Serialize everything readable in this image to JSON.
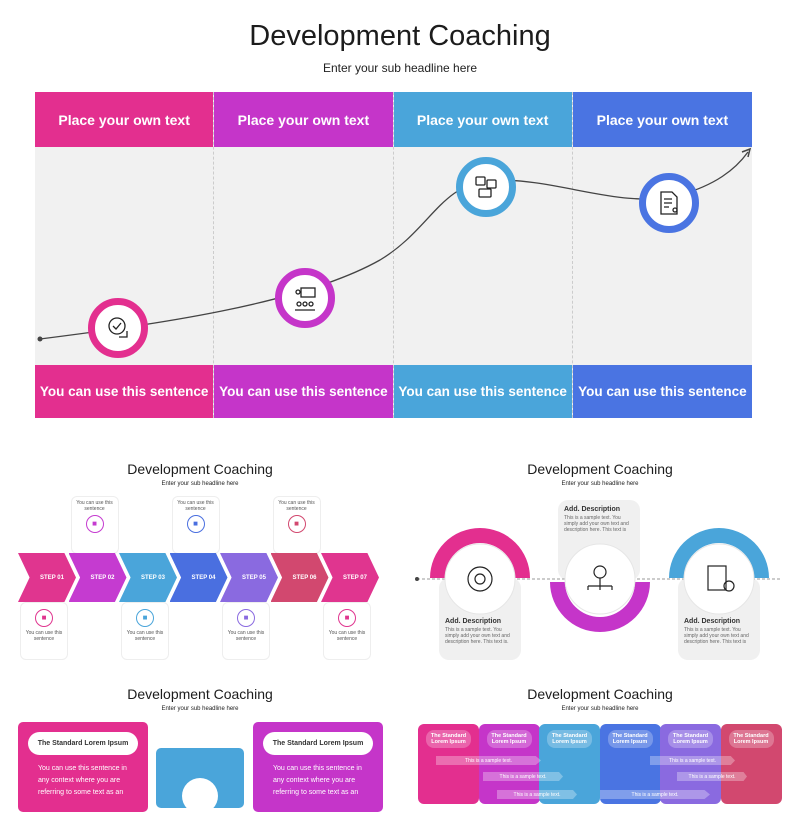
{
  "main": {
    "title": "Development Coaching",
    "subtitle": "Enter your sub headline here",
    "columns": [
      {
        "header": "Place your own text",
        "footer": "You can use this sentence",
        "color": "#e32f8f",
        "icon": "hand-check-icon"
      },
      {
        "header": "Place your own text",
        "footer": "You can use this sentence",
        "color": "#c535c9",
        "icon": "presentation-audience-icon"
      },
      {
        "header": "Place your own text",
        "footer": "You can use this sentence",
        "color": "#4aa5da",
        "icon": "chat-devices-icon"
      },
      {
        "header": "Place your own text",
        "footer": "You can use this sentence",
        "color": "#4a74e2",
        "icon": "document-share-icon"
      }
    ]
  },
  "thumb1": {
    "title": "Development Coaching",
    "subtitle": "Enter your sub headline here",
    "steps": [
      {
        "label": "STEP 01",
        "color": "#e0358f",
        "text": "You can use this sentence",
        "icon": "chart-board-icon"
      },
      {
        "label": "STEP 02",
        "color": "#c53bd0",
        "text": "You can use this sentence",
        "icon": "presentation-icon"
      },
      {
        "label": "STEP 03",
        "color": "#4aa5da",
        "text": "You can use this sentence",
        "icon": "whiteboard-icon"
      },
      {
        "label": "STEP 04",
        "color": "#4a6fe0",
        "text": "You can use this sentence",
        "icon": "person-briefcase-icon"
      },
      {
        "label": "STEP 05",
        "color": "#8a6ae0",
        "text": "You can use this sentence",
        "icon": "laptop-icon"
      },
      {
        "label": "STEP 06",
        "color": "#d2486f",
        "text": "You can use this sentence",
        "icon": "report-icon"
      },
      {
        "label": "STEP 07",
        "color": "#e0358f",
        "text": "You can use this sentence",
        "icon": "person-checklist-icon"
      }
    ]
  },
  "thumb2": {
    "title": "Development Coaching",
    "subtitle": "Enter your sub headline here",
    "items": [
      {
        "heading": "Add. Description",
        "text": "This is a sample text. You simply add your own text and description here. This text is.",
        "color": "#e32f8f",
        "icon": "brain-gear-icon"
      },
      {
        "heading": "Add. Description",
        "text": "This is a sample text. You simply add your own text and description here. This text is",
        "color": "#c535c9",
        "icon": "gear-network-icon"
      },
      {
        "heading": "Add. Description",
        "text": "This is a sample text. You simply add your own text and description here. This text is",
        "color": "#4aa5da",
        "icon": "report-coins-icon"
      }
    ]
  },
  "thumb3": {
    "title": "Development Coaching",
    "subtitle": "Enter your sub headline here",
    "cards": [
      {
        "heading": "The Standard Lorem Ipsum",
        "text": "You can use this sentence in any context where you are referring to some text as an",
        "color": "#e32f8f"
      },
      {
        "heading": "The Standard Lorem Ipsum",
        "text": "You can use this sentence in any context where you are referring to some text as an",
        "color": "#c535c9"
      }
    ],
    "center_color": "#4aa5da",
    "center_icon": "rocket-document-icon"
  },
  "thumb4": {
    "title": "Development Coaching",
    "subtitle": "Enter your sub headline here",
    "columns": [
      {
        "label": "The Standard Lorem Ipsum",
        "color": "#e32f8f"
      },
      {
        "label": "The Standard Lorem Ipsum",
        "color": "#c535c9"
      },
      {
        "label": "The Standard Lorem Ipsum",
        "color": "#4aa5da"
      },
      {
        "label": "The Standard Lorem Ipsum",
        "color": "#4a74e2"
      },
      {
        "label": "The Standard Lorem Ipsum",
        "color": "#8a6ae0"
      },
      {
        "label": "The Standard Lorem Ipsum",
        "color": "#d2486f"
      }
    ],
    "bars": [
      "This is a sample text.",
      "This is a sample text.",
      "This is a sample text.",
      "This is a sample text.",
      "This is a sample text.",
      "This is a sample text."
    ]
  }
}
